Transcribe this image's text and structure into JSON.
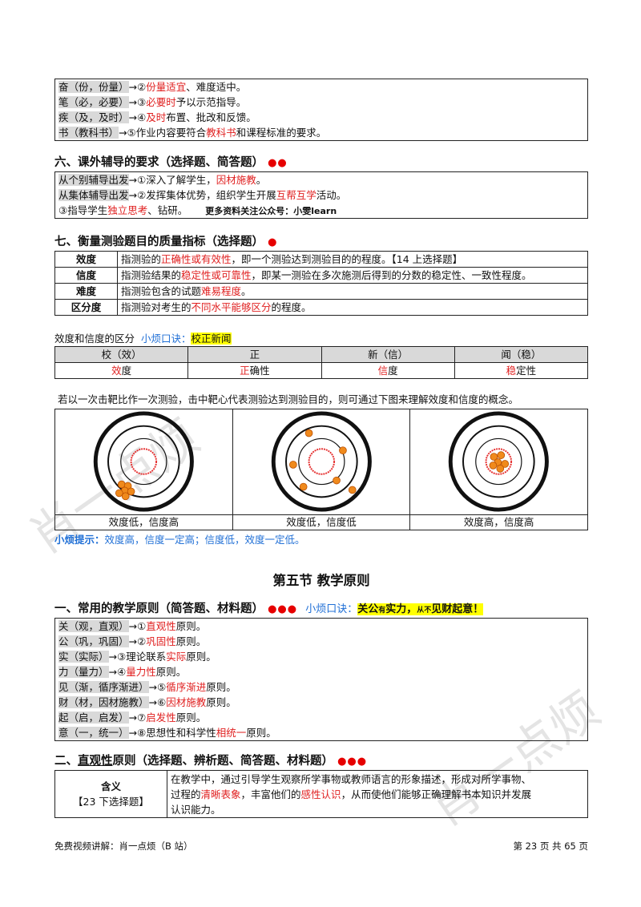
{
  "top_list": [
    {
      "a": "奋（份，份量）",
      "b": "→②",
      "c": "份量适宜",
      "d": "、难度适中。"
    },
    {
      "a": "笔（必，必要）",
      "b": "→③",
      "c": "必要时",
      "d": "予以示范指导。"
    },
    {
      "a": "疾（及，及时）",
      "b": "→④",
      "c": "及时",
      "d": "布置、批改和反馈。"
    },
    {
      "a": "书（教科书）",
      "b": "→⑤作业内容要符合",
      "c": "教科书",
      "d": "和课程标准的要求。"
    }
  ],
  "s6": {
    "title": "六、课外辅导的要求（选择题、简答题）",
    "dots": "●●",
    "l1a": "从个别辅导出发",
    "l1b": "→①深入了解学生，",
    "l1c": "因材施教",
    "l1d": "。",
    "l2a": "从集体辅导出发",
    "l2b": "→②发挥集体优势，组织学生开展",
    "l2c": "互帮互学",
    "l2d": "活动。",
    "l3a": "③指导学生",
    "l3b": "独立思考",
    "l3c": "、钻研。",
    "promo": "更多资料关注公众号：小雯learn"
  },
  "s7": {
    "title": "七、衡量测验题目的质量指标（选择题）",
    "dots": "●",
    "rows": [
      {
        "k": "效度",
        "p1": "指测验的",
        "r": "正确性或有效性",
        "p2": "，即一个测验达到测验目的的程度。【14 上选择题】"
      },
      {
        "k": "信度",
        "p1": "指测验结果的",
        "r": "稳定性或可靠性",
        "p2": "，即某一测验在多次施测后得到的分数的稳定性、一致性程度。"
      },
      {
        "k": "难度",
        "p1": "指测验包含的试题",
        "r": "难易程度",
        "p2": "。"
      },
      {
        "k": "区分度",
        "p1": "指测验对考生的",
        "r": "不同水平能够区分",
        "p2": "的程度。"
      }
    ]
  },
  "vr": {
    "label": "效度和信度的区分",
    "tip": "小烦口诀：",
    "phrase": "校正新闻",
    "head": [
      "校（效）",
      "正",
      "新（信）",
      "闻（稳）"
    ],
    "cells": [
      [
        "效",
        "度"
      ],
      [
        "正",
        "确性"
      ],
      [
        "信",
        "度"
      ],
      [
        "稳",
        "定性"
      ]
    ]
  },
  "shoot": {
    "intro": "若以一次击靶比作一次测验，击中靶心代表测验达到测验目的，则可通过下图来理解效度和信度的概念。",
    "captions": [
      "效度低，信度高",
      "效度低，信度低",
      "效度高，信度高"
    ],
    "hint_label": "小烦提示：",
    "hint": "效度高，信度一定高；信度低，效度一定低。"
  },
  "section5": "第五节  教学原则",
  "p1": {
    "title": "一、常用的教学原则（简答题、材料题）",
    "dots": "●●●",
    "tip": "小烦口诀：",
    "m1": "关公",
    "m2": "有",
    "m3": "实力，",
    "m4": "从不",
    "m5": "见财起意！",
    "items": [
      {
        "a": "关（观，直观）",
        "b": "→①",
        "c": "直观性",
        "d": "原则。"
      },
      {
        "a": "公（巩，巩固）",
        "b": "→②",
        "c": "巩固性",
        "d": "原则。"
      },
      {
        "a": "实（实际）",
        "b": "→③理论联系",
        "c": "实际",
        "d": "原则。"
      },
      {
        "a": "力（量力）",
        "b": "→④",
        "c": "量力性",
        "d": "原则。"
      },
      {
        "a": "见（渐，循序渐进）",
        "b": "→⑤",
        "c": "循序渐进",
        "d": "原则。"
      },
      {
        "a": "财（材，因材施教）",
        "b": "→⑥",
        "c": "因材施教",
        "d": "原则。"
      },
      {
        "a": "起（启，启发）",
        "b": "→⑦",
        "c": "启发性",
        "d": "原则。"
      },
      {
        "a": "意（一，统一）",
        "b": "→⑧思想性和科学性",
        "c": "相统一",
        "d": "原则。"
      }
    ]
  },
  "p2": {
    "t1": "二、",
    "t2": "直观性",
    "t3": "原则（选择题、辨析题、简答题、材料题）",
    "dots": "●●●",
    "k1": "含义",
    "k2": "【23 下选择题】",
    "v1": "在教学中，通过引导学生观察所学事物或教师语言的形象描述，形成对所学事物、",
    "v2a": "过程的",
    "v2b": "清晰表象",
    "v2c": "，丰富他们的",
    "v2d": "感性认识",
    "v2e": "，从而使他们能够正确理解书本知识并发展",
    "v3": "认识能力。"
  },
  "footer": {
    "left": "免费视频讲解：肖一点烦（B 站）",
    "right": "第 23 页 共 65 页"
  },
  "watermark": "肖一点烦",
  "colors": {
    "red": "#e02020",
    "blue": "#1f6fd6",
    "yellow": "#ffff00",
    "dot": "#f08a1c"
  }
}
